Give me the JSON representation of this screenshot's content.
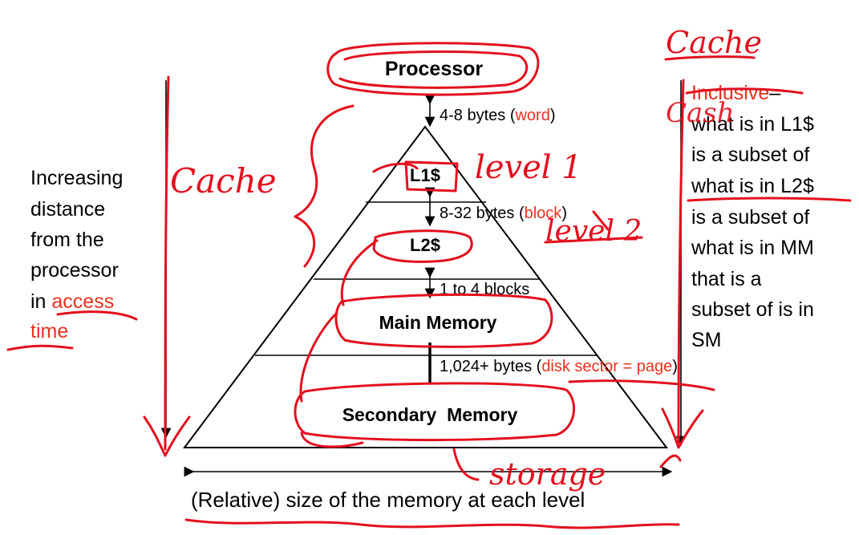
{
  "diagram": {
    "levels": {
      "processor": "Processor",
      "l1": "L1$",
      "l2": "L2$",
      "main_memory": "Main Memory",
      "secondary_memory": "Secondary  Memory"
    },
    "transfers": {
      "proc_l1": {
        "text": "4-8 bytes (",
        "highlight": "word",
        "close": ")"
      },
      "l1_l2": {
        "text": "8-32 bytes (",
        "highlight": "block",
        "close": ")"
      },
      "l2_mm": {
        "text": "1 to 4 blocks"
      },
      "mm_sm": {
        "text": "1,024+ bytes (",
        "highlight": "disk sector = page",
        "close": ")"
      }
    },
    "left_note": {
      "lines": [
        "Increasing",
        "distance",
        "from the",
        "processor",
        "in "
      ],
      "highlight_word": "access",
      "last_line": "time"
    },
    "right_note": {
      "title": "Inclusive",
      "dash": "–",
      "lines": [
        "what is in L1$",
        "is a subset of",
        "what is in L2$",
        "is a subset of",
        "what is in MM",
        "that is a",
        "subset of is in",
        "SM"
      ]
    },
    "bottom_label": "(Relative) size of the memory at each level"
  },
  "annotations": {
    "cache_top_right": "Cache",
    "cash_right": "Cash",
    "cache_left": "Cache",
    "level1": "level 1",
    "level2": "level 2",
    "storage": "storage"
  },
  "colors": {
    "ink": "#e3101e",
    "highlight_text": "#e8321e",
    "text": "#000000"
  }
}
